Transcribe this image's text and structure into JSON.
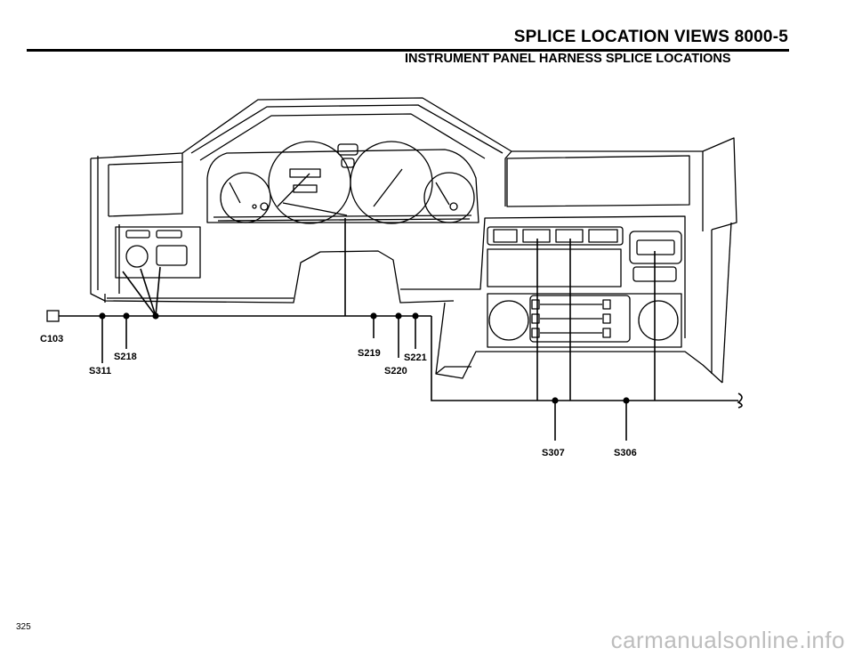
{
  "header": {
    "title": "SPLICE LOCATION VIEWS   8000-5",
    "subtitle": "INSTRUMENT PANEL HARNESS SPLICE LOCATIONS"
  },
  "labels": {
    "c103": "C103",
    "s218": "S218",
    "s311": "S311",
    "s219": "S219",
    "s221": "S221",
    "s220": "S220",
    "s307": "S307",
    "s306": "S306"
  },
  "footer": {
    "page_number": "325",
    "watermark": "carmanualsonline.info"
  }
}
